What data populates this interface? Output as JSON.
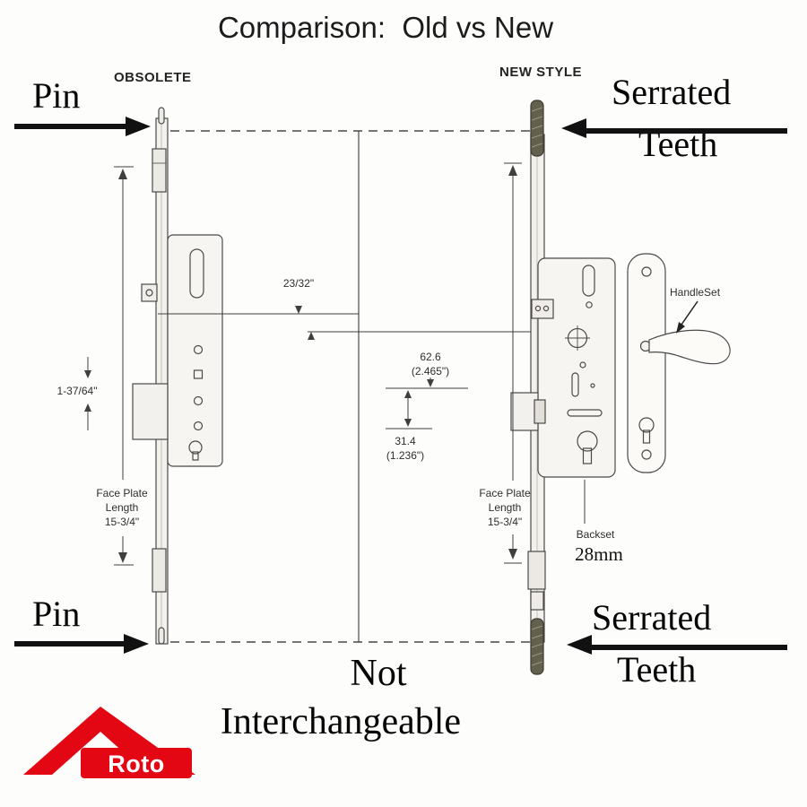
{
  "title": "Comparison:  Old vs New",
  "headings": {
    "left": "OBSOLETE",
    "right": "NEW STYLE"
  },
  "callouts": {
    "pin_top": "Pin",
    "pin_bottom": "Pin",
    "serrated_top_1": "Serrated",
    "serrated_top_2": "Teeth",
    "serrated_bottom_1": "Serrated",
    "serrated_bottom_2": "Teeth",
    "handleset": "HandleSet",
    "backset_value": "28mm",
    "not_1": "Not",
    "not_2": "Interchangeable"
  },
  "dimensions": {
    "center_offset": "23/32\"",
    "spacing_mm": "62.6",
    "spacing_in": "(2.465\")",
    "lower_mm": "31.4",
    "lower_in": "(1.236\")",
    "left_height": "1-37/64\"",
    "faceplate_left": [
      "Face Plate",
      "Length",
      "15-3/4\""
    ],
    "faceplate_right": [
      "Face Plate",
      "Length",
      "15-3/4\""
    ],
    "backset_label": "Backset"
  },
  "logo": {
    "brand": "Roto",
    "color": "#e30613"
  }
}
